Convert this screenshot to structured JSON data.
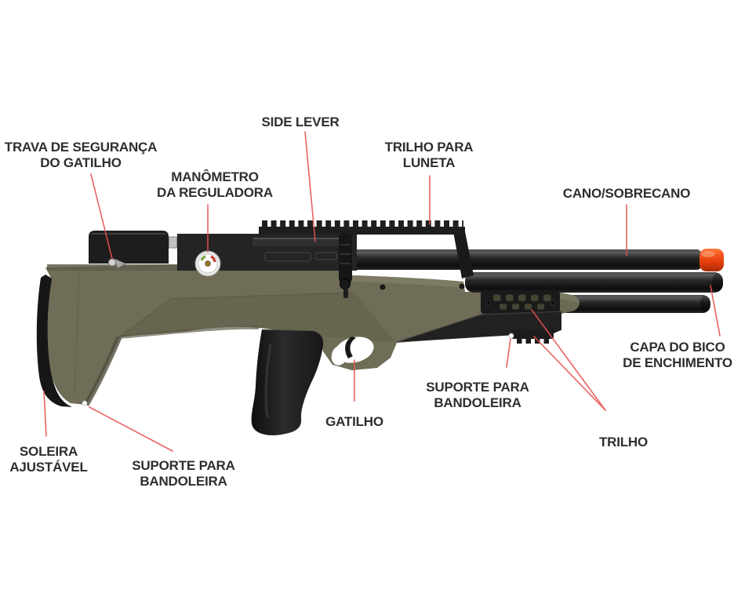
{
  "diagram": {
    "colors": {
      "background": "#ffffff",
      "label_text": "#2e2e2e",
      "leader_line": "#e65252",
      "stock_olive": "#6f6d57",
      "stock_olive_shade": "#67654f",
      "stock_olive_highlight": "#7e7c66",
      "metal_black": "#1c1c1c",
      "muzzle_tip_orange": "#e8420e"
    },
    "labels": [
      {
        "id": "side-lever",
        "lines": [
          "SIDE LEVER"
        ]
      },
      {
        "id": "trigger-safety",
        "lines": [
          "TRAVA DE SEGURANÇA",
          "DO GATILHO"
        ]
      },
      {
        "id": "regulator-gauge",
        "lines": [
          "MANÔMETRO",
          "DA REGULADORA"
        ]
      },
      {
        "id": "scope-rail",
        "lines": [
          "TRILHO PARA",
          "LUNETA"
        ]
      },
      {
        "id": "barrel",
        "lines": [
          "CANO/SOBRECANO"
        ]
      },
      {
        "id": "fill-port-cap",
        "lines": [
          "CAPA DO BICO",
          "DE ENCHIMENTO"
        ]
      },
      {
        "id": "sling-mount-front",
        "lines": [
          "SUPORTE PARA",
          "BANDOLEIRA"
        ]
      },
      {
        "id": "trigger",
        "lines": [
          "GATILHO"
        ]
      },
      {
        "id": "accessory-rail",
        "lines": [
          "TRILHO"
        ]
      },
      {
        "id": "butt-pad",
        "lines": [
          "SOLEIRA",
          "AJUSTÁVEL"
        ]
      },
      {
        "id": "sling-mount-rear",
        "lines": [
          "SUPORTE PARA",
          "BANDOLEIRA"
        ]
      }
    ]
  }
}
